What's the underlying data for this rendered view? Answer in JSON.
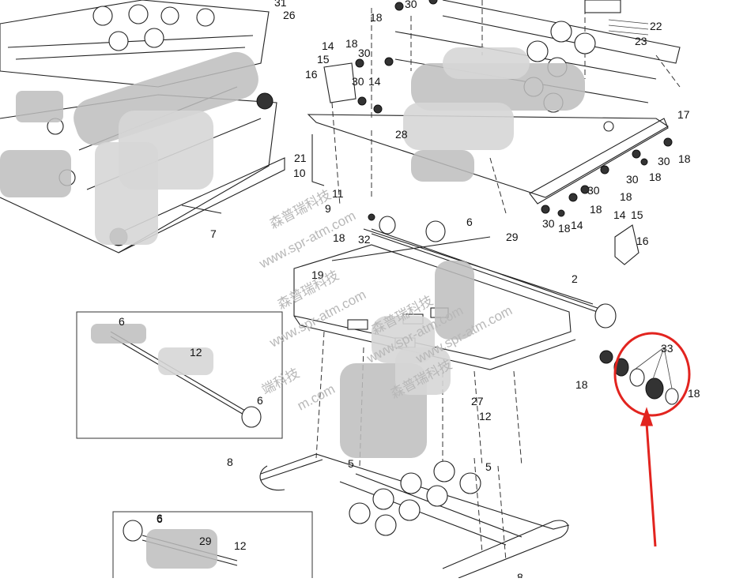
{
  "diagram": {
    "callouts": [
      "31",
      "26",
      "30",
      "18",
      "22",
      "23",
      "14",
      "18",
      "30",
      "15",
      "16",
      "30",
      "14",
      "17",
      "21",
      "28",
      "30",
      "18",
      "10",
      "30",
      "18",
      "18",
      "11",
      "9",
      "30",
      "18",
      "14",
      "7",
      "18",
      "32",
      "6",
      "30",
      "18",
      "14",
      "15",
      "16",
      "29",
      "19",
      "2",
      "6",
      "6",
      "12",
      "6",
      "33",
      "18",
      "18",
      "27",
      "12",
      "5",
      "5",
      "8",
      "6",
      "29",
      "12",
      "8"
    ],
    "watermarks": [
      "森普瑞科技",
      "www.spr-atm.com",
      "森普瑞科技",
      "www.spr-atm.com",
      "森普瑞科技",
      "www.spr-atm.com",
      "端科技",
      "m.com",
      "森普瑞科技",
      "www.spr-atm.com"
    ]
  },
  "highlight": {
    "color": "#e2241f",
    "arrow_color": "#e2241f"
  }
}
